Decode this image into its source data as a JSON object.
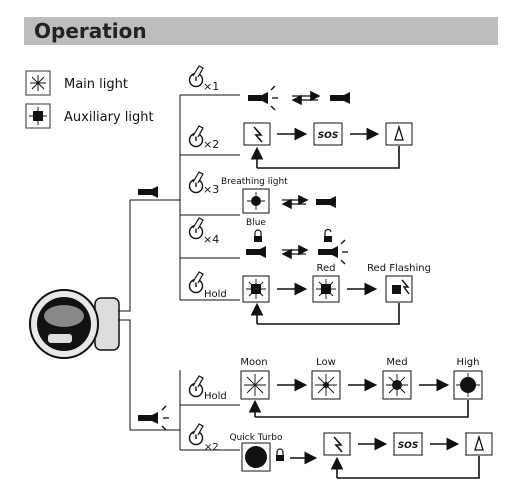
{
  "header": {
    "title": "Operation"
  },
  "legend": {
    "main_light": "Main light",
    "aux_light": "Auxiliary light"
  },
  "steps": {
    "press_1": "×1",
    "press_2": "×2",
    "press_3": "×3",
    "press_4": "×4",
    "hold": "Hold",
    "hold_lower": "Hold",
    "press_2_lower": "×2"
  },
  "labels": {
    "breathing_light": "Breathing light",
    "blue": "Blue",
    "red": "Red",
    "red_flashing": "Red Flashing",
    "moon": "Moon",
    "low": "Low",
    "med": "Med",
    "high": "High",
    "quick_turbo": "Quick Turbo",
    "sos": "SOS"
  },
  "icons": {
    "press": "finger-press-icon",
    "main_light": "sunburst-icon",
    "aux_light": "aux-light-icon",
    "flashlight": "flashlight-icon",
    "strobe": "strobe-icon",
    "beacon": "beacon-icon",
    "lock": "lock-icon",
    "unlock": "unlock-icon"
  }
}
